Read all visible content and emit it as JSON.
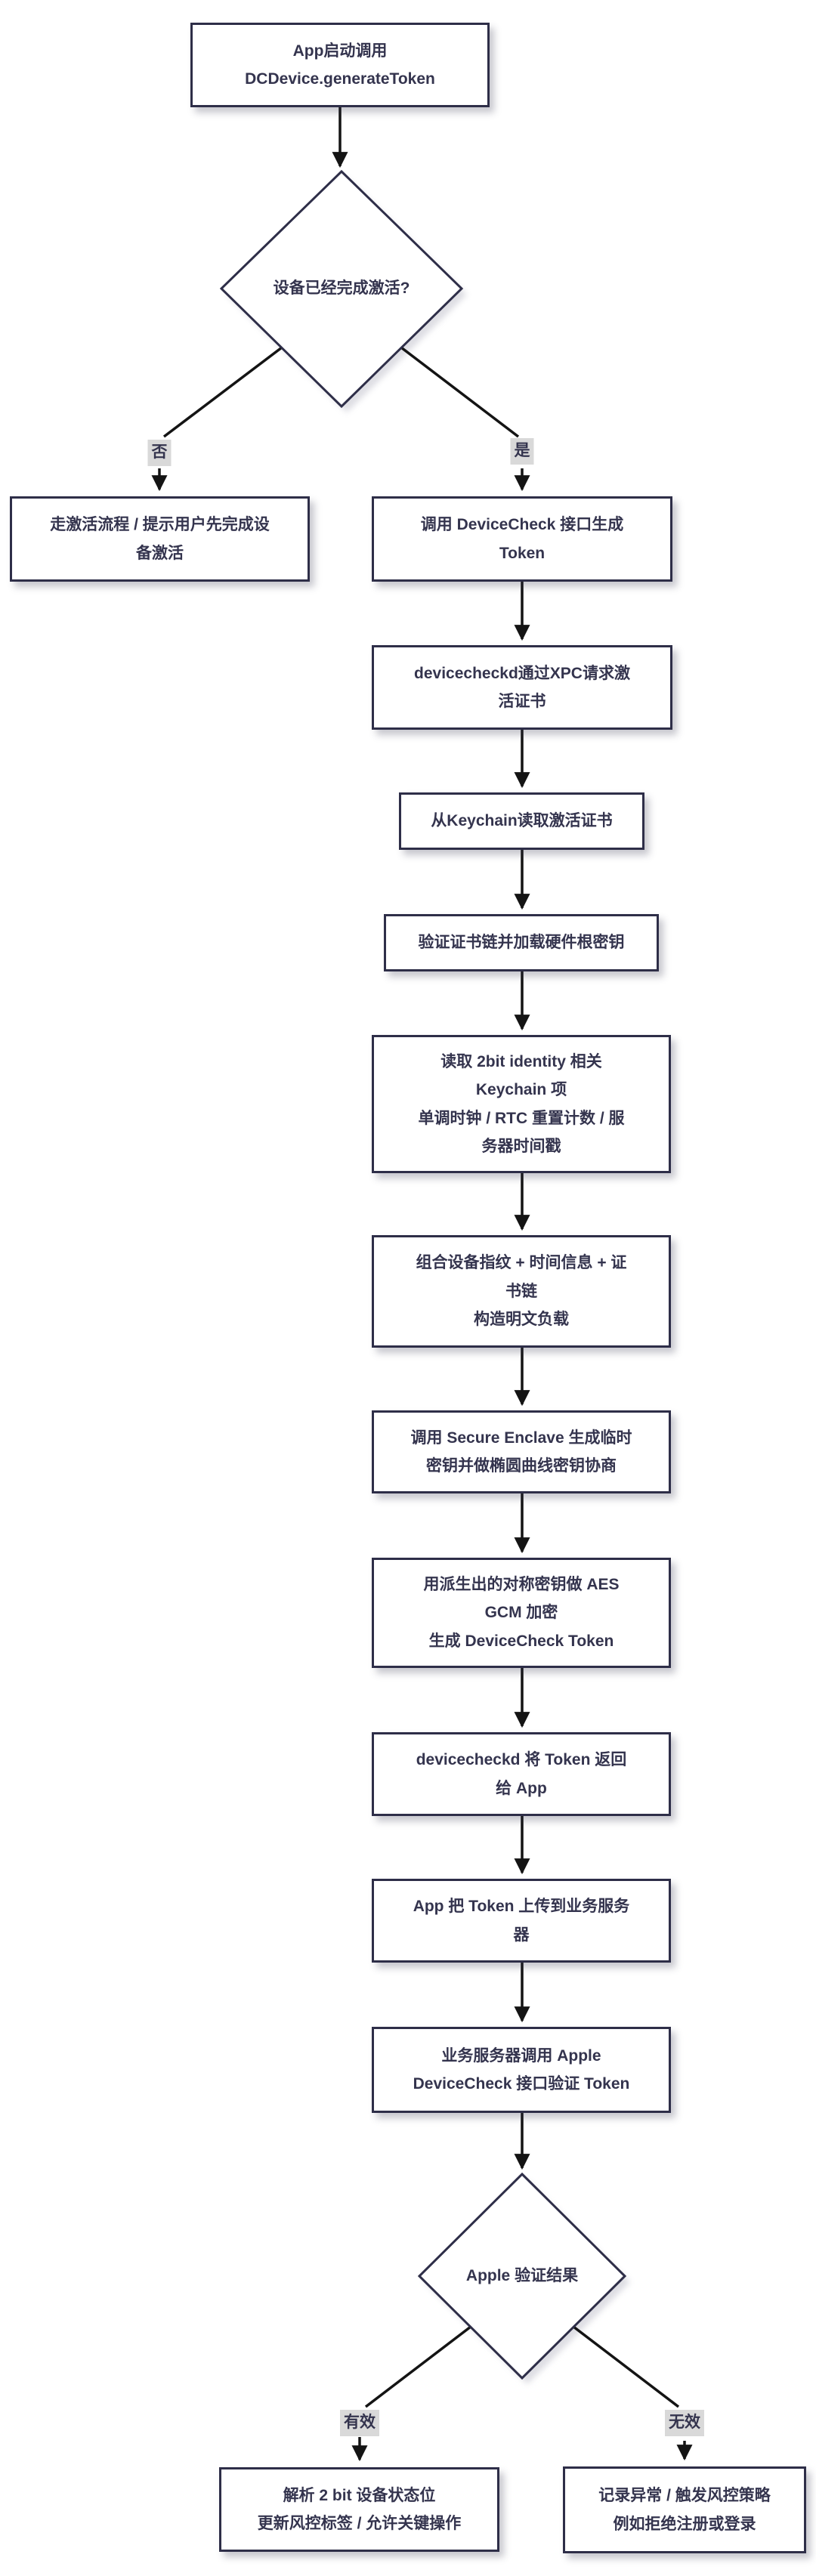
{
  "nodes": {
    "start": {
      "text": "App启动调用\nDCDevice.generateToken"
    },
    "check_activated": {
      "text": "设备已经完成激活?"
    },
    "not_activated": {
      "text": "走激活流程 / 提示用户先完成设\n备激活"
    },
    "call_devicecheck": {
      "text": "调用 DeviceCheck 接口生成\nToken"
    },
    "xpc_request": {
      "text": "devicecheckd通过XPC请求激\n活证书"
    },
    "read_keychain_cert": {
      "text": "从Keychain读取激活证书"
    },
    "verify_chain": {
      "text": "验证证书链并加载硬件根密钥"
    },
    "read_identity": {
      "text": "读取 2bit identity 相关\nKeychain 项\n单调时钟 / RTC 重置计数 / 服\n务器时间戳"
    },
    "compose_payload": {
      "text": "组合设备指纹 + 时间信息 + 证\n书链\n构造明文负载"
    },
    "secure_enclave": {
      "text": "调用 Secure Enclave 生成临时\n密钥并做椭圆曲线密钥协商"
    },
    "aes_gcm": {
      "text": "用派生出的对称密钥做 AES\nGCM 加密\n生成 DeviceCheck Token"
    },
    "return_token": {
      "text": "devicecheckd 将 Token 返回\n给 App"
    },
    "upload_token": {
      "text": "App 把 Token 上传到业务服务\n器"
    },
    "server_verify": {
      "text": "业务服务器调用 Apple\nDeviceCheck 接口验证 Token"
    },
    "apple_result": {
      "text": "Apple 验证结果"
    },
    "valid_outcome": {
      "text": "解析 2 bit 设备状态位\n更新风控标签 / 允许关键操作"
    },
    "invalid_outcome": {
      "text": "记录异常 / 触发风控策略\n例如拒绝注册或登录"
    }
  },
  "edge_labels": {
    "no": "否",
    "yes": "是",
    "valid": "有效",
    "invalid": "无效"
  },
  "colors": {
    "node_border": "#2e2e48",
    "node_text": "#34344e",
    "line": "#141414",
    "label_bg": "#d9d9d9",
    "background": "#ffffff"
  }
}
